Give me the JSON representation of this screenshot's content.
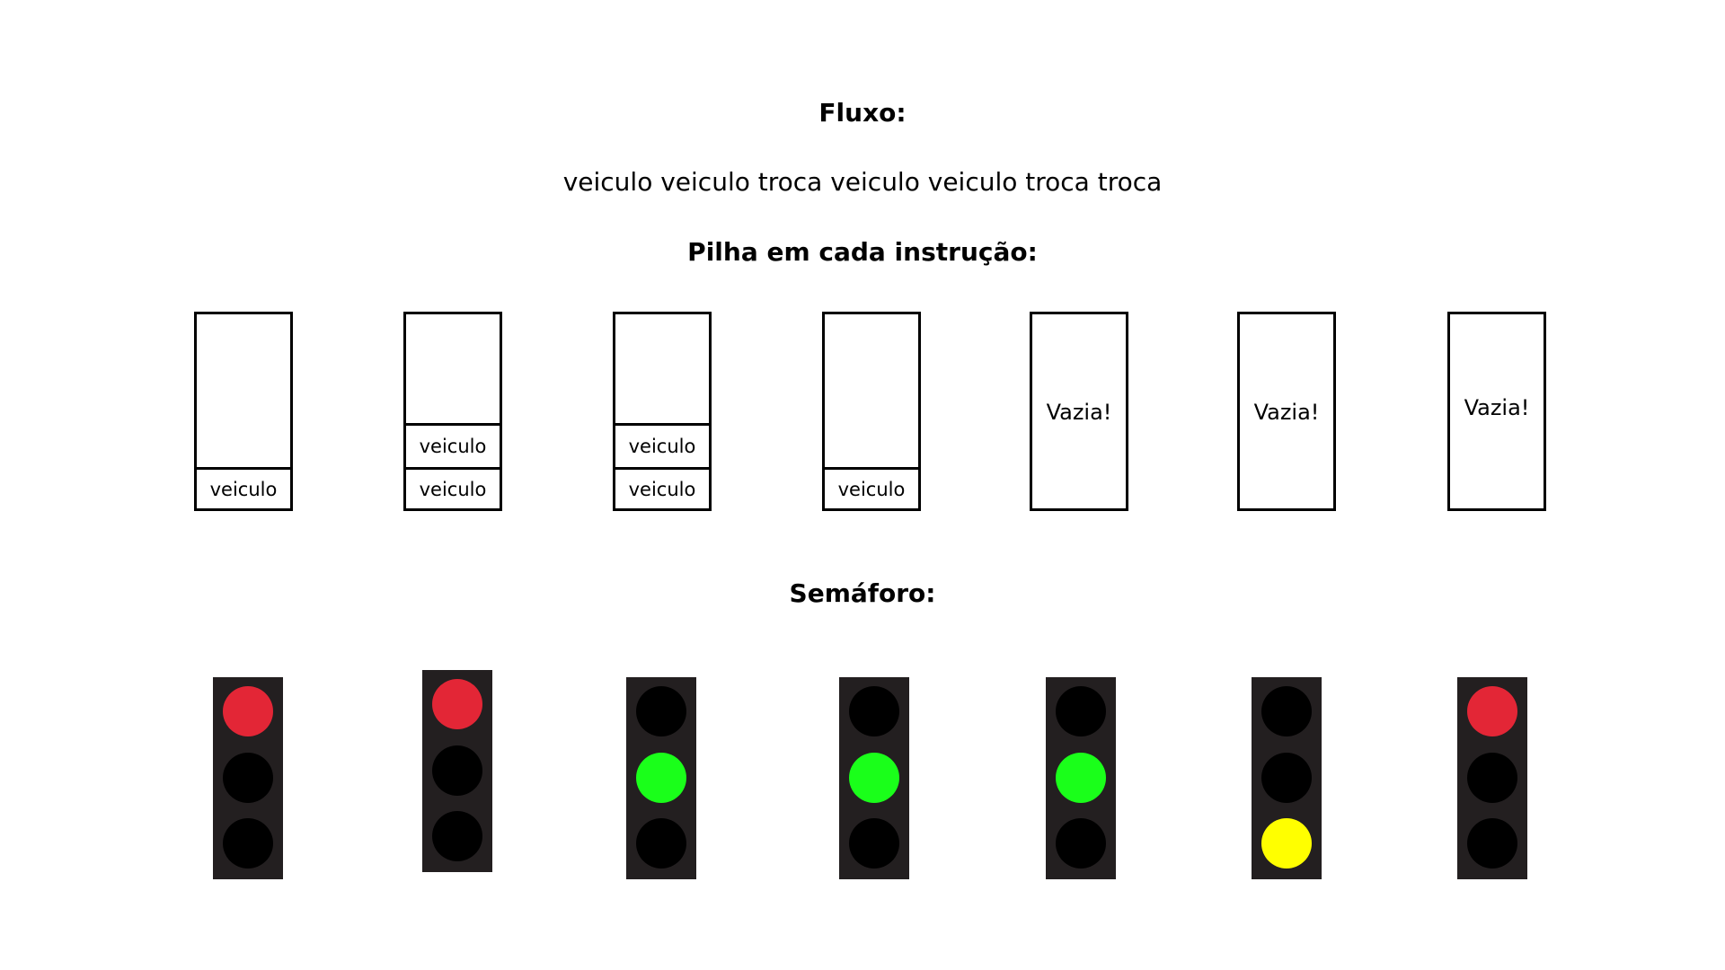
{
  "fluxo": {
    "title": "Fluxo:",
    "sequence": "veiculo veiculo troca veiculo veiculo troca troca"
  },
  "pilha": {
    "title": "Pilha em cada instrução:",
    "stacks": [
      {
        "items": [
          "veiculo"
        ]
      },
      {
        "items": [
          "veiculo",
          "veiculo"
        ]
      },
      {
        "items": [
          "veiculo",
          "veiculo"
        ]
      },
      {
        "items": [
          "veiculo"
        ]
      },
      {
        "empty_label": "Vazia!"
      },
      {
        "empty_label": "Vazia!"
      },
      {
        "empty_label": "Vazia!"
      }
    ]
  },
  "semaforo": {
    "title": "Semáforo:",
    "housing_color": "#231f20",
    "off_color": "#000000",
    "colors": {
      "red": "#e32636",
      "green": "#1aff1a",
      "yellow": "#ffff00"
    },
    "lights": [
      {
        "lit": "red"
      },
      {
        "lit": "red"
      },
      {
        "lit": "green"
      },
      {
        "lit": "green"
      },
      {
        "lit": "green"
      },
      {
        "lit": "yellow"
      },
      {
        "lit": "red"
      }
    ]
  }
}
